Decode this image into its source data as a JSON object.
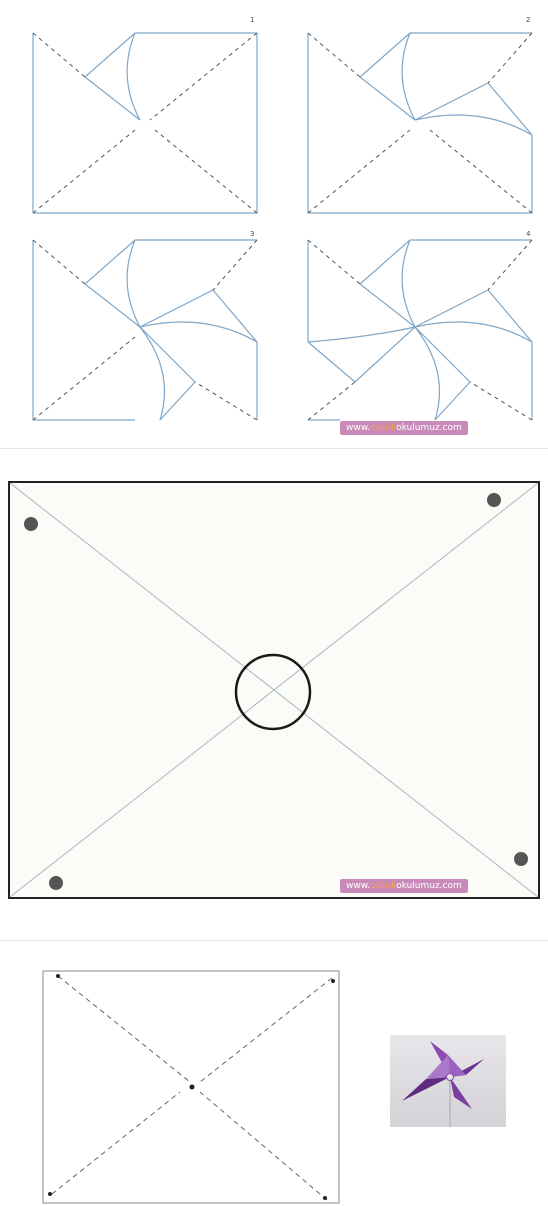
{
  "steps": [
    {
      "number": "1"
    },
    {
      "number": "2"
    },
    {
      "number": "3"
    },
    {
      "number": "4"
    }
  ],
  "watermark": {
    "prefix": "www.",
    "accent": "cocuk",
    "suffix": "okulumuz.com"
  },
  "colors": {
    "diagram_line": "#7fa6c7",
    "template_line": "#a8b8c4",
    "hole_ring": "#1a1a1a",
    "pin_dot": "#555555",
    "watermark_bg": "#c98ab7",
    "pinwheel_purple": "#7b3f9e"
  }
}
